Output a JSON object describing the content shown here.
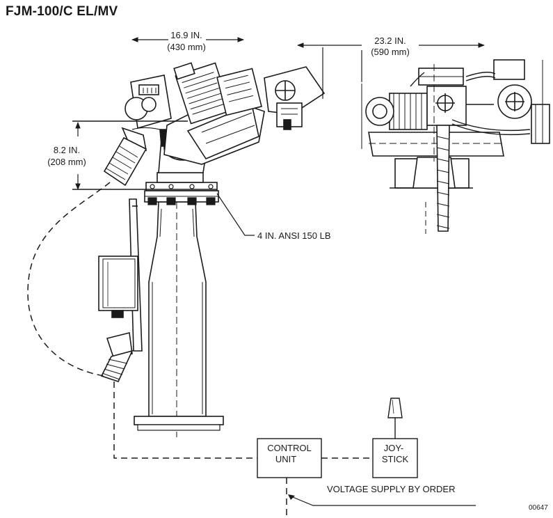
{
  "title": "FJM-100/C EL/MV",
  "dimensions": {
    "width_in": "16.9 IN.",
    "width_mm": "(430 mm)",
    "depth_in": "23.2 IN.",
    "depth_mm": "(590 mm)",
    "height_in": "8.2 IN.",
    "height_mm": "(208 mm)"
  },
  "callouts": {
    "flange": "4 IN. ANSI 150 LB",
    "supply": "VOLTAGE SUPPLY BY ORDER"
  },
  "boxes": {
    "control_line1": "CONTROL",
    "control_line2": "UNIT",
    "joystick_line1": "JOY-",
    "joystick_line2": "STICK"
  },
  "figure_number": "00647"
}
